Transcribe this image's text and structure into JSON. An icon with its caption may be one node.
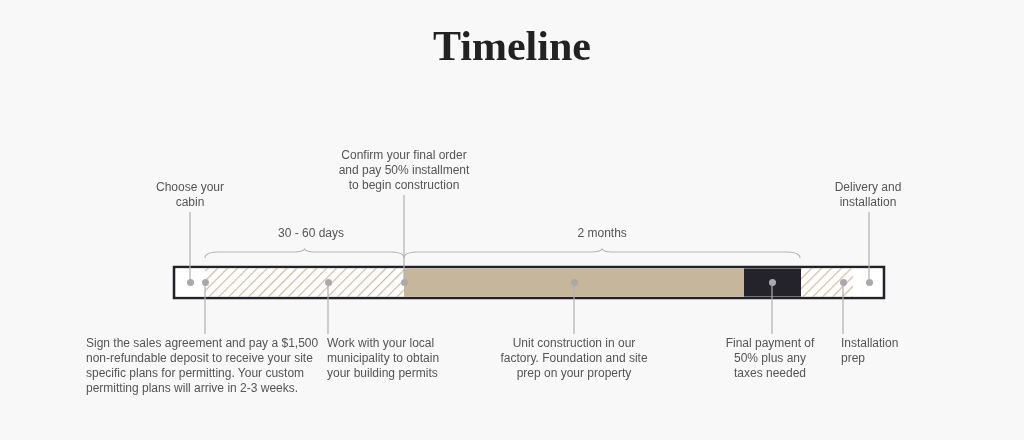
{
  "diagram": {
    "title": "Timeline",
    "nodes": [
      {
        "text": [
          "Choose your cabin"
        ]
      },
      {
        "text": [
          "Confirm your final order and pay 50% installment to begin construction"
        ]
      },
      {
        "text": [
          "Delivery and installation"
        ]
      },
      {
        "text": [],
        "shape": "circle"
      },
      {
        "text": [],
        "shape": "circle"
      },
      {
        "text": [],
        "shape": "circle"
      },
      {
        "text": [],
        "shape": "circle"
      },
      {
        "text": [],
        "shape": "circle"
      },
      {
        "text": [],
        "shape": "circle"
      },
      {
        "text": [],
        "shape": "circle"
      },
      {
        "text": [],
        "shape": "circle"
      },
      {
        "text": [
          "Sign the sales agreement and pay a $1,500 non-refundable deposit to receive your site specific plans for permitting. Your custom permitting plans will arrive in 2-3 weeks."
        ]
      },
      {
        "text": [
          "Work with your local municipality to obtain your building permits"
        ]
      },
      {
        "text": [
          "Unit construction in our factory. Foundation and site prep on your property"
        ]
      },
      {
        "text": [
          "Final payment of 50% plus any taxes needed"
        ]
      },
      {
        "text": [
          "Installation prep"
        ]
      }
    ],
    "edges": [
      {
        "from": 0,
        "to": 3,
        "arrow": "none"
      },
      {
        "from": 1,
        "to": 6,
        "arrow": "none"
      },
      {
        "from": 2,
        "to": 10,
        "arrow": "none"
      },
      {
        "from": 11,
        "to": 4,
        "arrow": "none"
      },
      {
        "from": 12,
        "to": 5,
        "arrow": "none"
      },
      {
        "from": 13,
        "to": 7,
        "arrow": "none"
      },
      {
        "from": 14,
        "to": 8,
        "arrow": "none"
      },
      {
        "from": 15,
        "to": 9,
        "arrow": "none"
      }
    ],
    "labels": [
      "30 - 60 days",
      "2 months"
    ]
  }
}
